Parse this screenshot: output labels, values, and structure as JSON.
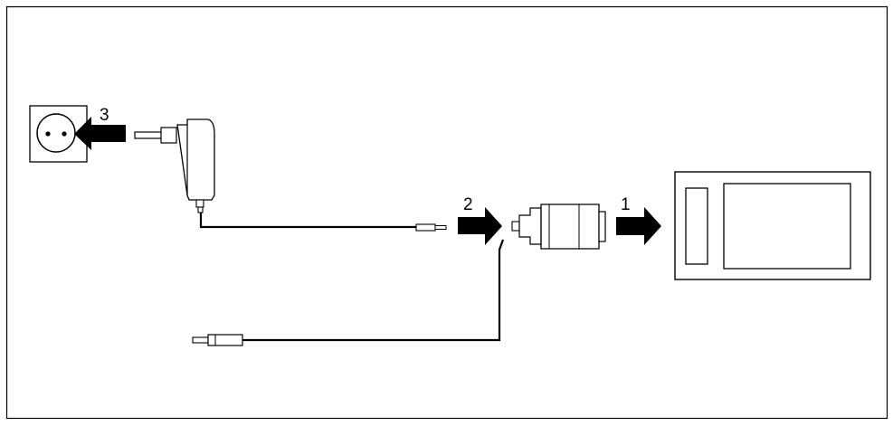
{
  "diagram": {
    "steps": [
      {
        "label": "1"
      },
      {
        "label": "2"
      },
      {
        "label": "3"
      }
    ],
    "components": [
      {
        "icon": "wall-socket-icon"
      },
      {
        "icon": "power-adapter-icon"
      },
      {
        "icon": "dc-plug-icon"
      },
      {
        "icon": "cradle-connector-icon"
      },
      {
        "icon": "handheld-device-icon"
      },
      {
        "icon": "audio-plug-icon"
      }
    ],
    "colors": {
      "ink": "#000000",
      "background": "#ffffff"
    }
  }
}
